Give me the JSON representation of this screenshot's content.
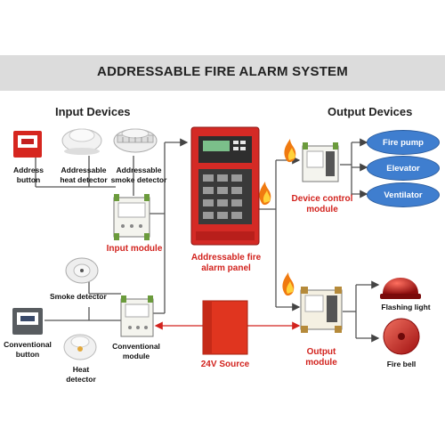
{
  "title": "ADDRESSABLE FIRE ALARM SYSTEM",
  "sections": {
    "input": "Input Devices",
    "output": "Output Devices"
  },
  "inputs": {
    "address_button": "Address button",
    "heat_detector": "Addressable heat detector",
    "smoke_detector": "Addressable smoke detector",
    "input_module": "Input module",
    "smoke_detector_conv": "Smoke detector",
    "conventional_button": "Conventional button",
    "heat_detector_conv": "Heat detector",
    "conventional_module": "Conventional module"
  },
  "center": {
    "panel": "Addressable fire alarm panel",
    "source": "24V Source"
  },
  "outputs": {
    "device_control_module": "Device control module",
    "fire_pump": "Fire pump",
    "elevator": "Elevator",
    "ventilator": "Ventilator",
    "output_module": "Output module",
    "flashing_light": "Flashing light",
    "fire_bell": "Fire bell"
  },
  "colors": {
    "accent_red": "#d2231e",
    "pill_blue": "#3f7ecf",
    "banner_gray": "#dcdcdc",
    "line_gray": "#555555"
  }
}
